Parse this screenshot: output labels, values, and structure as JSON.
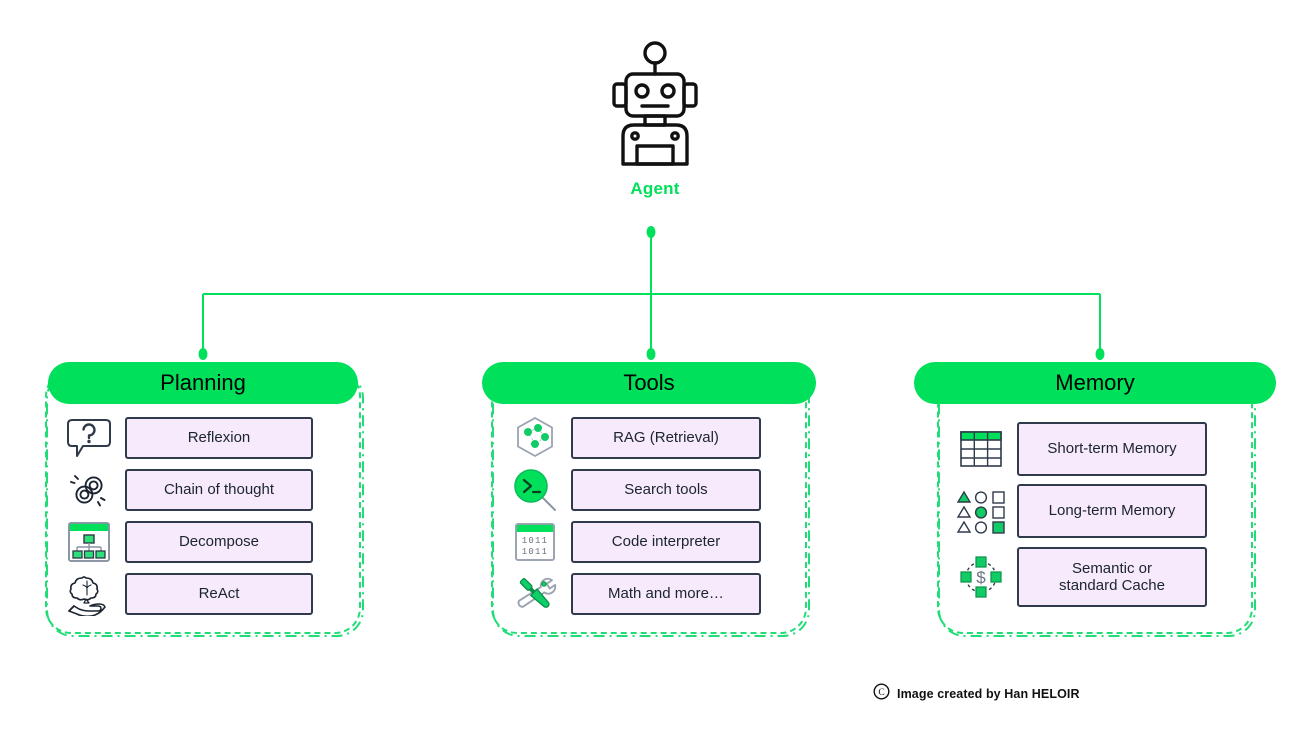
{
  "diagram": {
    "agent": {
      "label": "Agent",
      "icon": "robot-icon"
    },
    "groups": [
      {
        "id": "planning",
        "title": "Planning",
        "items": [
          {
            "label": "Reflexion",
            "icon": "speech-bubble-question-icon"
          },
          {
            "label": "Chain of thought",
            "icon": "chain-link-icon"
          },
          {
            "label": "Decompose",
            "icon": "hierarchy-window-icon"
          },
          {
            "label": "ReAct",
            "icon": "hand-holding-brain-icon"
          }
        ]
      },
      {
        "id": "tools",
        "title": "Tools",
        "items": [
          {
            "label": "RAG (Retrieval)",
            "icon": "hexagon-nodes-icon"
          },
          {
            "label": "Search tools",
            "icon": "magnifier-terminal-icon"
          },
          {
            "label": "Code interpreter",
            "icon": "binary-window-icon"
          },
          {
            "label": "Math and more…",
            "icon": "wrench-screwdriver-icon"
          }
        ]
      },
      {
        "id": "memory",
        "title": "Memory",
        "items": [
          {
            "label": "Short-term Memory",
            "icon": "table-grid-icon"
          },
          {
            "label": "Long-term Memory",
            "icon": "shapes-matrix-icon"
          },
          {
            "label": "Semantic or\nstandard Cache",
            "icon": "dollar-cache-icon"
          }
        ]
      }
    ]
  },
  "footer": {
    "symbol": "copyright-icon",
    "text": "Image created by Han HELOIR"
  },
  "colors": {
    "accent_green": "#00E05A",
    "dash_green": "#22dd77",
    "box_fill": "#f7eafc",
    "box_border": "#2f3a4a",
    "ink": "#1b2430"
  }
}
